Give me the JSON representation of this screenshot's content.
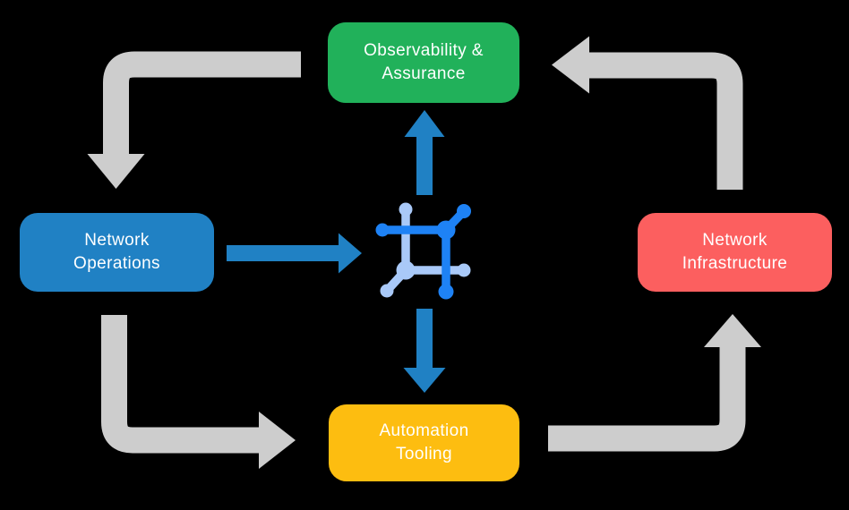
{
  "diagram": {
    "nodes": {
      "observability": {
        "line1": "Observability &",
        "line2": "Assurance",
        "color": "#21b15a"
      },
      "operations": {
        "line1": "Network",
        "line2": "Operations",
        "color": "#2081c4"
      },
      "infrastructure": {
        "line1": "Network",
        "line2": "Infrastructure",
        "color": "#fc5f5f"
      },
      "automation": {
        "line1": "Automation",
        "line2": "Tooling",
        "color": "#fdbd10"
      }
    },
    "center_icon": {
      "name": "network-mesh-icon",
      "dark_color": "#1e82f5",
      "light_color": "#a9c9f8"
    },
    "colors": {
      "background": "#000000",
      "cycle_arrow": "#cdcdcd",
      "flow_arrow": "#2081c4",
      "text": "#ffffff"
    }
  }
}
